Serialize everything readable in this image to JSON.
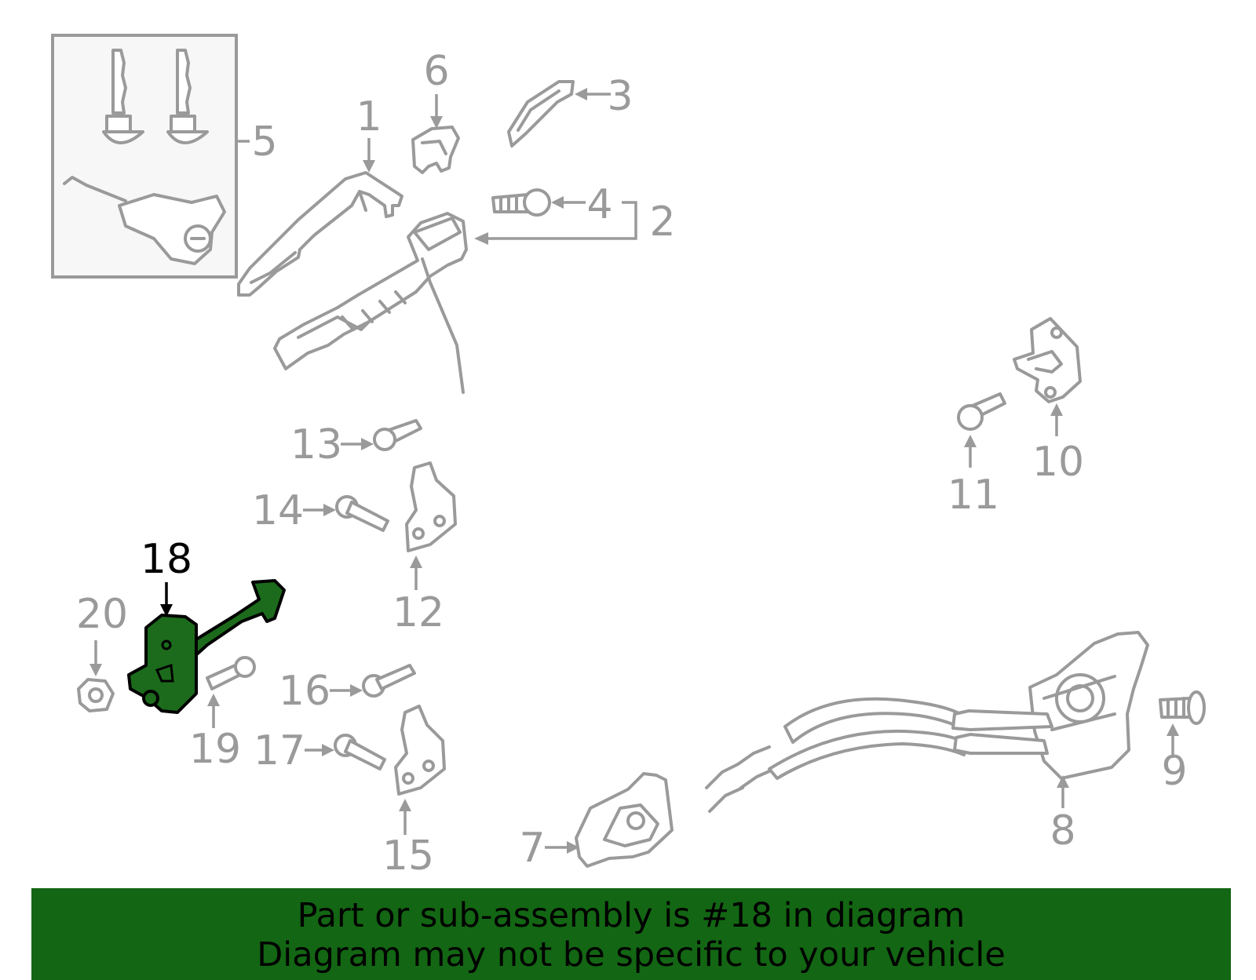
{
  "diagram": {
    "callouts": {
      "c1": "1",
      "c2": "2",
      "c3": "3",
      "c4": "4",
      "c5": "5",
      "c6": "6",
      "c7": "7",
      "c8": "8",
      "c9": "9",
      "c10": "10",
      "c11": "11",
      "c12": "12",
      "c13": "13",
      "c14": "14",
      "c15": "15",
      "c16": "16",
      "c17": "17",
      "c18": "18",
      "c19": "19",
      "c20": "20"
    },
    "highlighted_part": "18",
    "colors": {
      "highlight_fill": "#1c6b1c",
      "banner_bg": "#136613",
      "line_gray": "#9a9a9a"
    }
  },
  "banner": {
    "line1": "Part or sub-assembly is #18 in diagram",
    "line2": "Diagram may not be specific to your vehicle"
  }
}
